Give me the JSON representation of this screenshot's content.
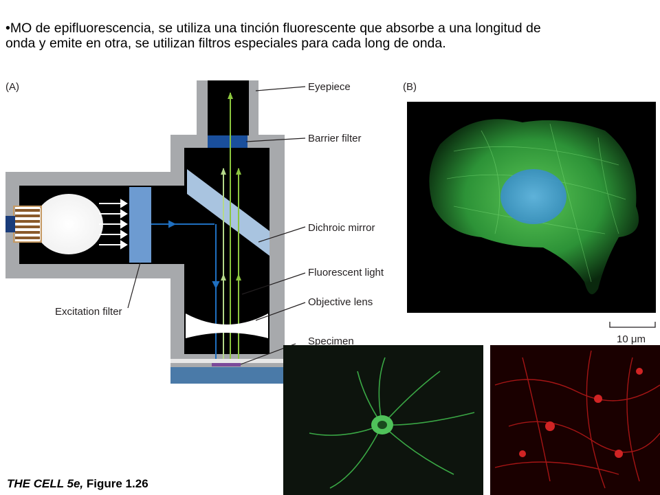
{
  "heading": {
    "line1": "•MO de epifluorescencia, se utiliza una tinción fluorescente que absorbe a una longitud de",
    "line2": "onda y emite en otra, se utilizan filtros especiales para cada long de onda."
  },
  "figure": {
    "panel_a_label": "(A)",
    "panel_b_label": "(B)",
    "labels": {
      "eyepiece": "Eyepiece",
      "barrier_filter": "Barrier filter",
      "dichroic_mirror": "Dichroic mirror",
      "fluorescent_light": "Fluorescent light",
      "objective_lens": "Objective lens",
      "specimen": "Specimen",
      "excitation_filter": "Excitation filter"
    },
    "scale_bar": "10 μm"
  },
  "caption": {
    "source": "THE CELL 5e,",
    "figure": "Figure 1.26"
  },
  "colors": {
    "housing": "#a7a9ac",
    "interior": "#000000",
    "filter_blue": "#6d9bd1",
    "barrier": "#1a4f9c",
    "excitation_ray": "#1f6fc0",
    "emission_ray": "#8cc63f",
    "stage": "#4a7aa8"
  }
}
